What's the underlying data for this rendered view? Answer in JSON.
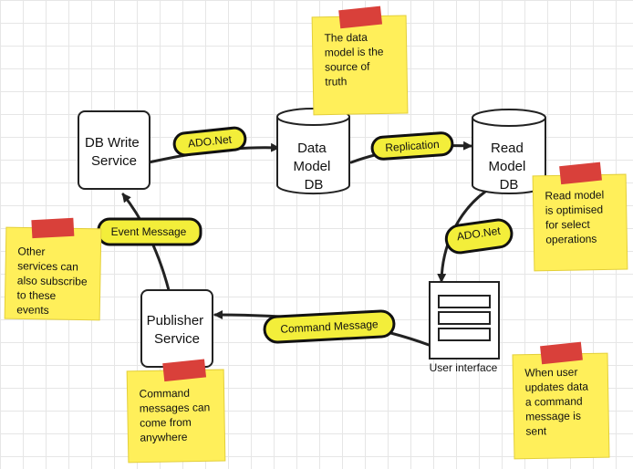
{
  "colors": {
    "note_fill": "#ffef5a",
    "pin": "#d9403a",
    "pill_fill": "#f3ee3a",
    "stroke": "#222222"
  },
  "nodes": {
    "db_write_service": {
      "lines": [
        "DB Write",
        "Service"
      ]
    },
    "data_model_db": {
      "lines": [
        "Data",
        "Model",
        "DB"
      ]
    },
    "read_model_db": {
      "lines": [
        "Read",
        "Model",
        "DB"
      ]
    },
    "publisher_service": {
      "lines": [
        "Publisher",
        "Service"
      ]
    },
    "user_interface": {
      "label": "User interface"
    }
  },
  "edge_labels": {
    "ado_net_write": "ADO.Net",
    "replication": "Replication",
    "ado_net_read": "ADO.Net",
    "event_message": "Event Message",
    "command_message": "Command Message"
  },
  "notes": {
    "source_of_truth": {
      "lines": [
        "The data",
        "model is the",
        "source of",
        "truth"
      ]
    },
    "read_model": {
      "lines": [
        "Read model",
        "is optimised",
        "for select",
        "operations"
      ]
    },
    "subscribers": {
      "lines": [
        "Other",
        "services can",
        "also subscribe",
        "to these",
        "events"
      ]
    },
    "command_origin": {
      "lines": [
        "Command",
        "messages can",
        "come from",
        "anywhere"
      ]
    },
    "user_updates": {
      "lines": [
        "When user",
        "updates data",
        "a command",
        "message is",
        "sent"
      ]
    }
  }
}
